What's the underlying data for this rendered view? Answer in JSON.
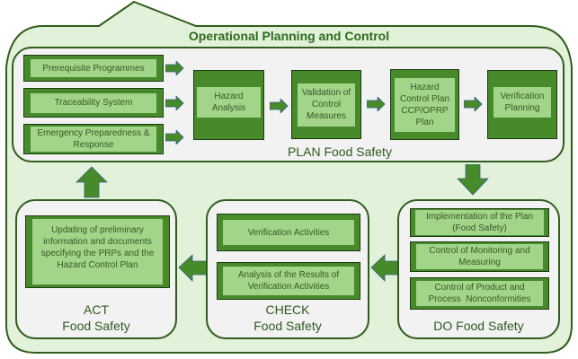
{
  "title": "Operational Planning and Control",
  "colors": {
    "outer_fill": "#e2f1da",
    "outer_stroke": "#2f5e1c",
    "panel_fill": "#f2f2f2",
    "box_dark": "#468a2a",
    "box_light": "#a2d48a",
    "arrow": "#468a2a",
    "text": "#2d5a1c"
  },
  "plan": {
    "label": "PLAN Food Safety",
    "inputs": [
      {
        "label": "Prerequisite Programmes"
      },
      {
        "label": "Traceability System"
      },
      {
        "label": "Emergency Preparedness & Response"
      }
    ],
    "steps": [
      {
        "label": "Hazard Analysis"
      },
      {
        "label": "Validation of Control Measures"
      },
      {
        "label": "Hazard Control Plan CCP/OPRP Plan"
      },
      {
        "label": "Verification Planning"
      }
    ]
  },
  "do": {
    "label": "DO Food Safety",
    "items": [
      {
        "label": "Implementation of the Plan (Food Safety)"
      },
      {
        "label": "Control of Monitoring and Measuring"
      },
      {
        "label": "Control of Product and Process  Nonconformities"
      }
    ]
  },
  "check": {
    "label_line1": "CHECK",
    "label_line2": "Food Safety",
    "items": [
      {
        "label": "Verification Activities"
      },
      {
        "label": "Analysis of the Results of Verification Activities"
      }
    ]
  },
  "act": {
    "label_line1": "ACT",
    "label_line2": "Food Safety",
    "items": [
      {
        "label": "Updating of preliminary information and documents specifying the PRPs and the Hazard Control Plan"
      }
    ]
  }
}
